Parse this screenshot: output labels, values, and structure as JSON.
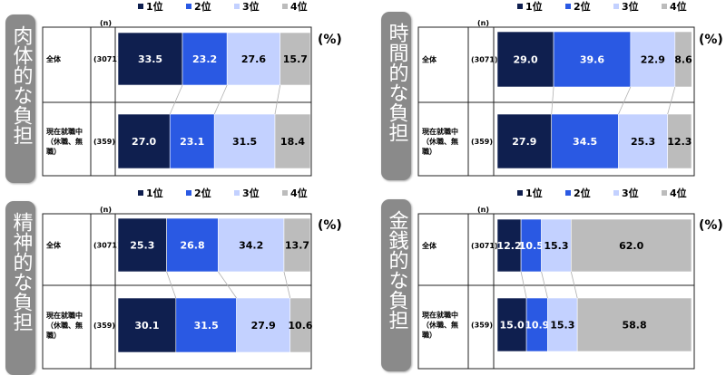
{
  "unit_label": "(%)",
  "n_header": "(n)",
  "legend": [
    "1位",
    "2位",
    "3位",
    "4位"
  ],
  "colors": [
    "#0f1f4f",
    "#2a59e3",
    "#c3d1ff",
    "#bcbcbc"
  ],
  "chart_data": [
    {
      "type": "bar",
      "title": "肉体的な負担",
      "categories": [
        "全体",
        "現在就職中（休職、無職）"
      ],
      "category_lines": [
        [
          "全体"
        ],
        [
          "現在就職中",
          "（休職、無",
          "職）"
        ]
      ],
      "n": [
        "(3071)",
        "(359)"
      ],
      "series": [
        {
          "name": "1位",
          "values": [
            33.5,
            27.0
          ]
        },
        {
          "name": "2位",
          "values": [
            23.2,
            23.1
          ]
        },
        {
          "name": "3位",
          "values": [
            27.6,
            31.5
          ]
        },
        {
          "name": "4位",
          "values": [
            15.7,
            18.4
          ]
        }
      ],
      "labels": [
        [
          "33.5",
          "23.2",
          "27.6",
          "15.7"
        ],
        [
          "27.0",
          "23.1",
          "31.5",
          "18.4"
        ]
      ],
      "stacked": true,
      "orientation": "horizontal",
      "xlim": [
        0,
        100
      ]
    },
    {
      "type": "bar",
      "title": "時間的な負担",
      "categories": [
        "全体",
        "現在就職中（休職、無職）"
      ],
      "category_lines": [
        [
          "全体"
        ],
        [
          "現在就職中",
          "（休職、無",
          "職）"
        ]
      ],
      "n": [
        "(3071)",
        "(359)"
      ],
      "series": [
        {
          "name": "1位",
          "values": [
            29.0,
            27.9
          ]
        },
        {
          "name": "2位",
          "values": [
            39.6,
            34.5
          ]
        },
        {
          "name": "3位",
          "values": [
            22.9,
            25.3
          ]
        },
        {
          "name": "4位",
          "values": [
            8.6,
            12.3
          ]
        }
      ],
      "labels": [
        [
          "29.0",
          "39.6",
          "22.9",
          "8.6"
        ],
        [
          "27.9",
          "34.5",
          "25.3",
          "12.3"
        ]
      ],
      "stacked": true,
      "orientation": "horizontal",
      "xlim": [
        0,
        100
      ]
    },
    {
      "type": "bar",
      "title": "精神的な負担",
      "categories": [
        "全体",
        "現在就職中（休職、無職）"
      ],
      "category_lines": [
        [
          "全体"
        ],
        [
          "現在就職中",
          "（休職、無",
          "職）"
        ]
      ],
      "n": [
        "(3071)",
        "(359)"
      ],
      "series": [
        {
          "name": "1位",
          "values": [
            25.3,
            30.1
          ]
        },
        {
          "name": "2位",
          "values": [
            26.8,
            31.5
          ]
        },
        {
          "name": "3位",
          "values": [
            34.2,
            27.9
          ]
        },
        {
          "name": "4位",
          "values": [
            13.7,
            10.6
          ]
        }
      ],
      "labels": [
        [
          "25.3",
          "26.8",
          "34.2",
          "13.7"
        ],
        [
          "30.1",
          "31.5",
          "27.9",
          "10.6"
        ]
      ],
      "stacked": true,
      "orientation": "horizontal",
      "xlim": [
        0,
        100
      ]
    },
    {
      "type": "bar",
      "title": "金銭的な負担",
      "categories": [
        "全体",
        "現在就職中（休職、無職）"
      ],
      "category_lines": [
        [
          "全体"
        ],
        [
          "現在就職中",
          "（休職、無",
          "職）"
        ]
      ],
      "n": [
        "(3071)",
        "(359)"
      ],
      "series": [
        {
          "name": "1位",
          "values": [
            12.2,
            15.0
          ]
        },
        {
          "name": "2位",
          "values": [
            10.5,
            10.9
          ]
        },
        {
          "name": "3位",
          "values": [
            15.3,
            15.3
          ]
        },
        {
          "name": "4位",
          "values": [
            62.0,
            58.8
          ]
        }
      ],
      "labels": [
        [
          "12.2",
          "10.5",
          "15.3",
          "62.0"
        ],
        [
          "15.0",
          "10.9",
          "15.3",
          "58.8"
        ]
      ],
      "stacked": true,
      "orientation": "horizontal",
      "xlim": [
        0,
        100
      ]
    }
  ]
}
